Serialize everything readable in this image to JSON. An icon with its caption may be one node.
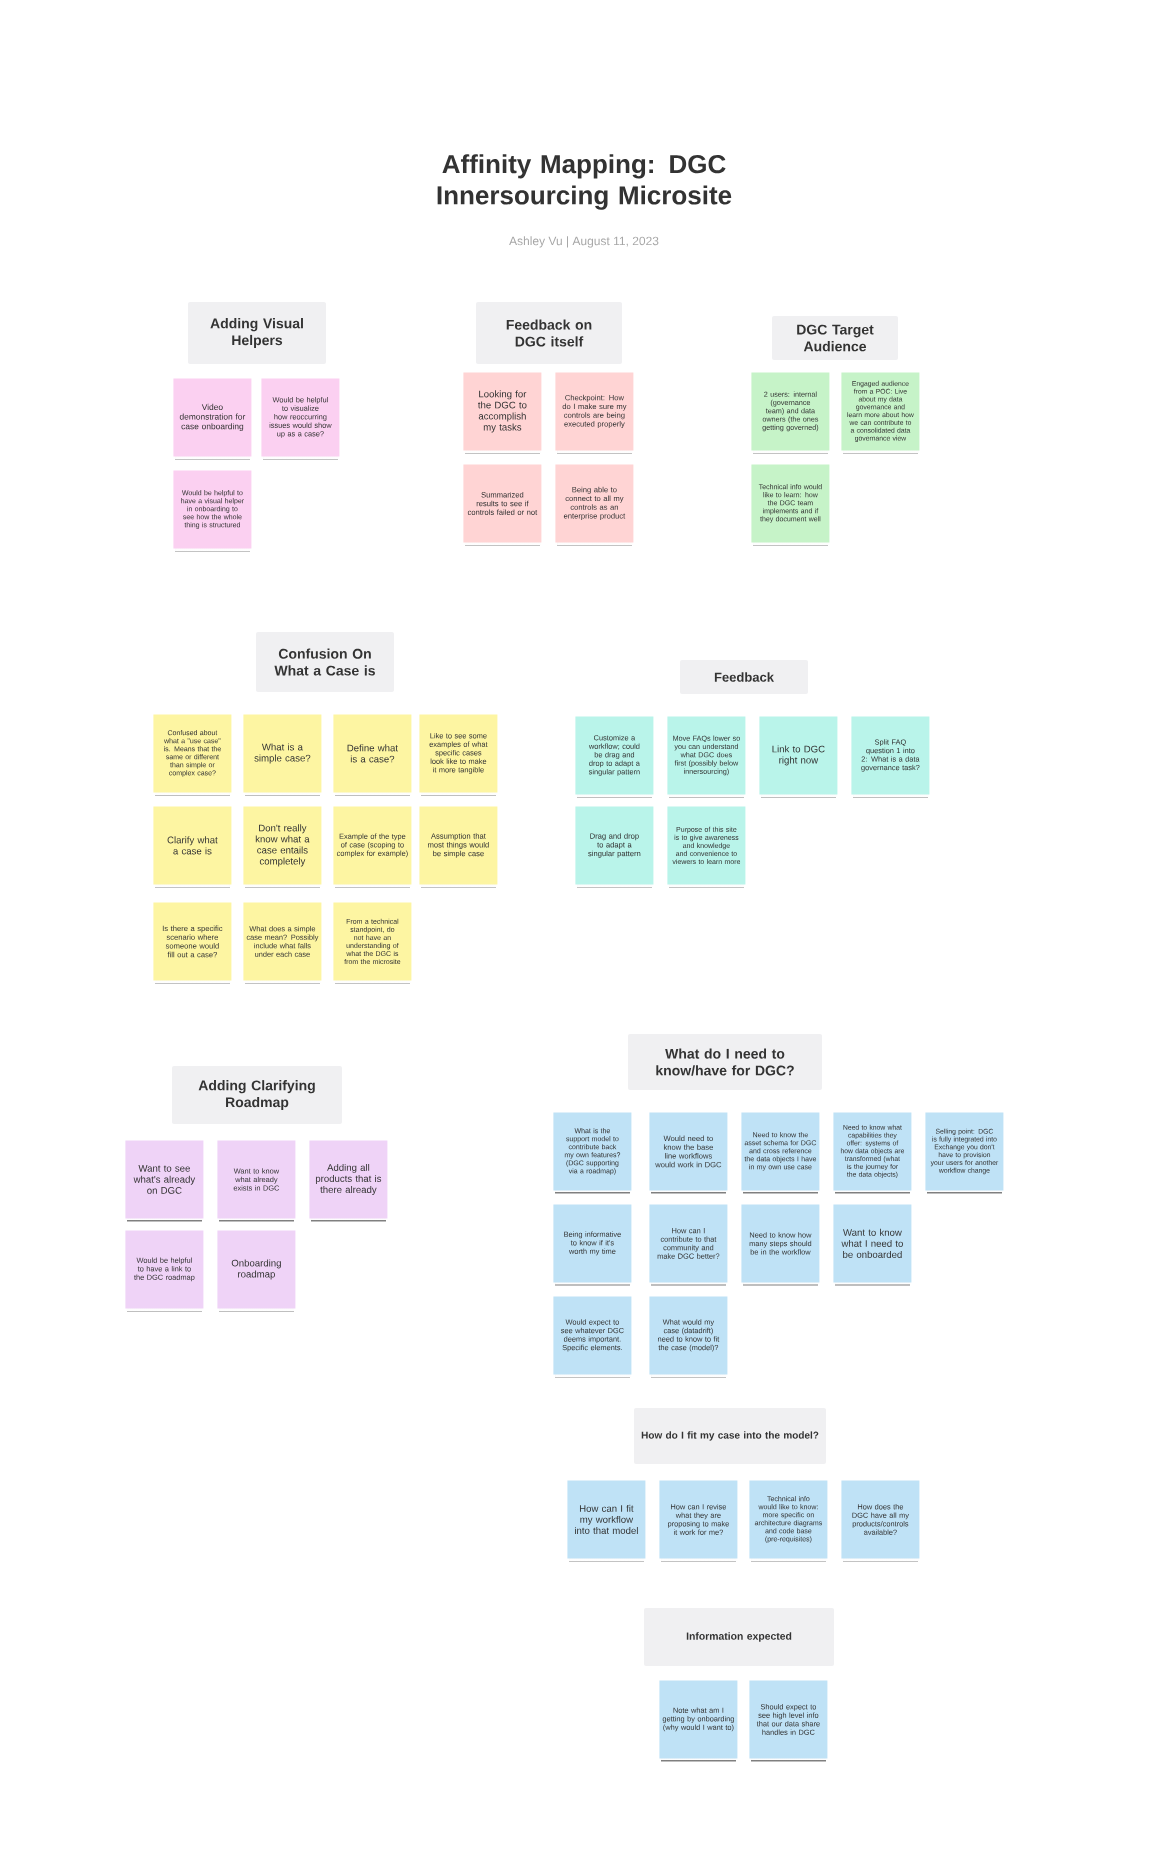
{
  "diagram": {
    "title": "Affinity Mapping: DGC Innersourcing Microsite",
    "nodes": [
      {
        "text": [
          "Adding Visual Helpers"
        ]
      },
      {
        "text": [
          "Video demonstration for case onboarding"
        ]
      },
      {
        "text": [
          "Would be helpful to visualize how reoccurring issues would show up as a case?"
        ]
      },
      {
        "text": [
          "Would be helpful to have a visual helper in onboarding to see how the whole thing is structured"
        ]
      },
      {
        "text": [
          "Feedback on DGC itself"
        ]
      },
      {
        "text": [
          "Looking for the DGC to accomplish my tasks"
        ]
      },
      {
        "text": [
          "Checkpoint: How do I make sure my controls are being executed properly"
        ]
      },
      {
        "text": [
          "Summarized results to see if controls failed or not"
        ]
      },
      {
        "text": [
          "Being able to connect to all my controls as an enterprise product"
        ]
      },
      {
        "text": [
          "DGC Target Audience"
        ]
      },
      {
        "text": [
          "2 users: internal (governance team) and data owners (the ones getting governed)"
        ]
      },
      {
        "text": [
          "Engaged audience from a POC: Live about my data governance and learn more about how we can contribute to a consolidated data governance view"
        ]
      },
      {
        "text": [
          "Technical info would like to learn: how the DGC team implements and if they document well"
        ]
      },
      {
        "text": [
          "Confusion On What a Case is"
        ]
      },
      {
        "text": [
          "Confused about what a \"use case\" is. Means that the same or different than simple or complex case?"
        ]
      },
      {
        "text": [
          "What is a simple case?"
        ]
      },
      {
        "text": [
          "Define what is a case?"
        ]
      },
      {
        "text": [
          "Like to see some examples of what specific cases look like to make it more tangible"
        ]
      },
      {
        "text": [
          "Clarify what a case is"
        ]
      },
      {
        "text": [
          "Don't really know what a case entails completely"
        ]
      },
      {
        "text": [
          "Example of the type of case (scoping to complex for example)"
        ]
      },
      {
        "text": [
          "Assumption that most things would be simple case"
        ]
      },
      {
        "text": [
          "Is there a specific scenario where someone would fill out a case?"
        ]
      },
      {
        "text": [
          "What does a simple case mean? Possibly include what falls under each case"
        ]
      },
      {
        "text": [
          "From a technical standpoint, do not have an understanding of what the DGC is from the microsite"
        ]
      },
      {
        "text": [
          "Feedback"
        ]
      },
      {
        "text": [
          "Customize a workflow; could be drag and drop to adapt a singular pattern"
        ]
      },
      {
        "text": [
          "Move FAQs lower so you can understand what DGC does first (possibly below innersourcing)"
        ]
      },
      {
        "text": [
          "Link to DGC right now"
        ]
      },
      {
        "text": [
          "Split FAQ question 1 into 2: What is a data governance task?"
        ]
      },
      {
        "text": [
          "Drag and drop to adapt a singular pattern"
        ]
      },
      {
        "text": [
          "Purpose of this site is to give awareness and knowledge and convenience to viewers to learn more"
        ]
      },
      {
        "text": [
          "Adding Clarifying Roadmap"
        ]
      },
      {
        "text": [
          "Want to see what's already on DGC"
        ]
      },
      {
        "text": [
          "Want to know what already exists in DGC"
        ]
      },
      {
        "text": [
          "Adding all products that is there already"
        ]
      },
      {
        "text": [
          "Would be helpful to have a link to the DGC roadmap"
        ]
      },
      {
        "text": [
          "Onboarding roadmap"
        ]
      },
      {
        "text": [
          "What do I need to know/have for DGC?"
        ]
      },
      {
        "text": [
          "What is the support model to contribute back my own features? (DGC supporting via a roadmap)"
        ]
      },
      {
        "text": [
          "Would need to know the base line workflows would work in DGC"
        ]
      },
      {
        "text": [
          "Need to know the asset schema for DGC and cross reference the data objects I have in my own use case"
        ]
      },
      {
        "text": [
          "Need to know what capabilities they offer: systems of how data objects are transformed (what is the journey for the data objects)"
        ]
      },
      {
        "text": [
          "Selling point: DGC is fully integrated into Exchange you don't have to provision your users for another workflow change"
        ]
      },
      {
        "text": [
          "Being informative to know if it's worth my time"
        ]
      },
      {
        "text": [
          "How can I contribute to that community and make DGC better?"
        ]
      },
      {
        "text": [
          "Need to know how many steps should be in the workflow"
        ]
      },
      {
        "text": [
          "Want to know what I need to be onboarded"
        ]
      },
      {
        "text": [
          "Would expect to see whatever DGC deems important. Specific elements."
        ]
      },
      {
        "text": [
          "What would my case (datadrift) need to know to fit the case (model)?"
        ]
      },
      {
        "text": [
          "How do I fit my case into the model?"
        ]
      },
      {
        "text": [
          "How can I fit my workflow into that model"
        ]
      },
      {
        "text": [
          "How can I revise what they are proposing to make it work for me?"
        ]
      },
      {
        "text": [
          "Technical info would like to know: more specific on architecture diagrams and code base (pre-requisites)"
        ]
      },
      {
        "text": [
          "How does the DGC have all my products/controls available?"
        ]
      },
      {
        "text": [
          "Information expected"
        ]
      },
      {
        "text": [
          "Note what am I getting by onboarding (why would I want to)"
        ]
      },
      {
        "text": [
          "Should expect to see high level info that our data share handles in DGC"
        ]
      }
    ],
    "labels": [
      "Ashley Vu | August 11, 2023"
    ]
  }
}
